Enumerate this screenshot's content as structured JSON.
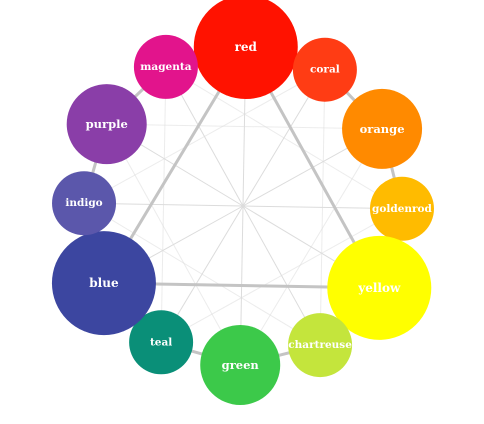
{
  "colors": [
    {
      "id": "red",
      "label": "red",
      "hex": "#ff1200",
      "role": "primary"
    },
    {
      "id": "coral",
      "label": "coral",
      "hex": "#ff3c14",
      "role": "tertiary"
    },
    {
      "id": "orange",
      "label": "orange",
      "hex": "#ff8a00",
      "role": "secondary"
    },
    {
      "id": "goldenrod",
      "label": "goldenrod",
      "hex": "#ffbb00",
      "role": "tertiary"
    },
    {
      "id": "yellow",
      "label": "yellow",
      "hex": "#ffff00",
      "role": "primary"
    },
    {
      "id": "chartreuse",
      "label": "chartreuse",
      "hex": "#c4e53c",
      "role": "tertiary"
    },
    {
      "id": "green",
      "label": "green",
      "hex": "#3cc94a",
      "role": "secondary"
    },
    {
      "id": "teal",
      "label": "teal",
      "hex": "#0a8f78",
      "role": "tertiary"
    },
    {
      "id": "blue",
      "label": "blue",
      "hex": "#3c46a0",
      "role": "primary"
    },
    {
      "id": "indigo",
      "label": "indigo",
      "hex": "#5b57ab",
      "role": "tertiary"
    },
    {
      "id": "purple",
      "label": "purple",
      "hex": "#8a3ea8",
      "role": "secondary"
    },
    {
      "id": "magenta",
      "label": "magenta",
      "hex": "#e2148c",
      "role": "tertiary"
    }
  ]
}
